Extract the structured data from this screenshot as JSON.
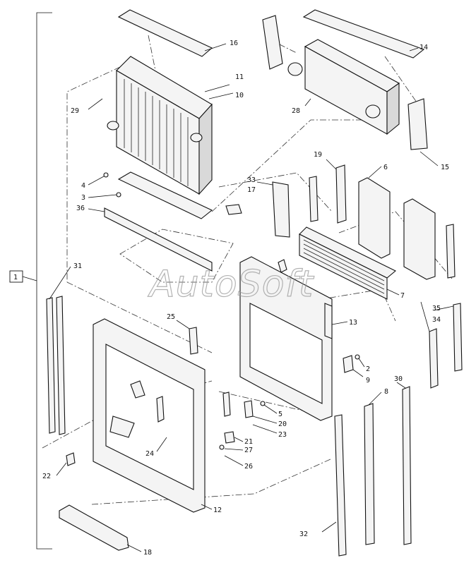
{
  "diagram": {
    "type": "exploded-parts-view",
    "watermark": "AutoSoft",
    "assembly_callout": "1",
    "callouts": [
      "2",
      "3",
      "4",
      "5",
      "6",
      "7",
      "8",
      "9",
      "10",
      "11",
      "12",
      "13",
      "14",
      "15",
      "16",
      "17",
      "18",
      "19",
      "20",
      "21",
      "22",
      "23",
      "24",
      "25",
      "26",
      "27",
      "28",
      "29",
      "30",
      "31",
      "32",
      "33",
      "34",
      "35",
      "36"
    ]
  }
}
